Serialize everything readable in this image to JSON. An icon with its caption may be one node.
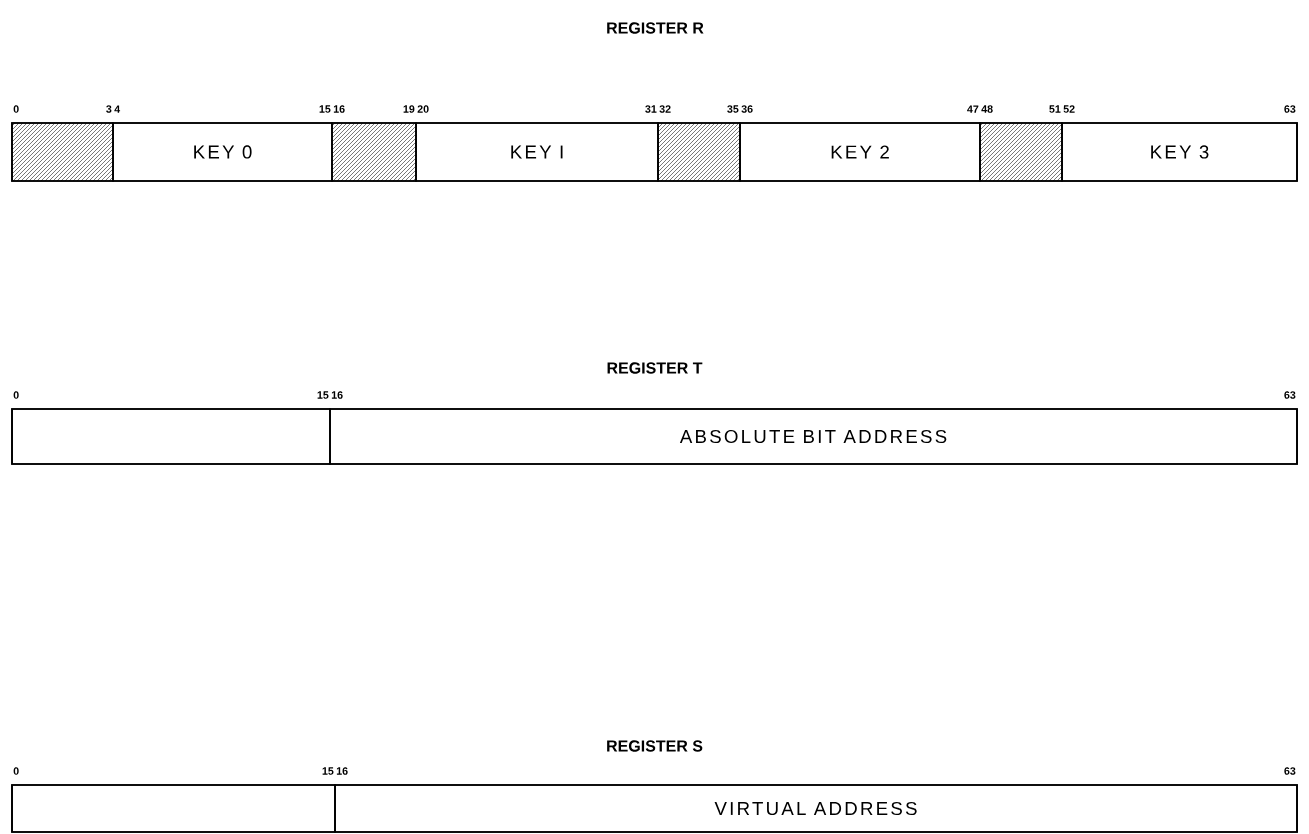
{
  "diagram": {
    "nodes": [
      {
        "text": [],
        "shape": "box"
      },
      {
        "text": [],
        "shape": "box",
        "in": 0,
        "beside": [
          "0",
          "3"
        ]
      },
      {
        "text": [
          "KEY 0"
        ],
        "in": 0,
        "beside": [
          "4",
          "15"
        ]
      },
      {
        "text": [],
        "shape": "box",
        "in": 0,
        "beside": [
          "16",
          "19"
        ]
      },
      {
        "text": [
          "KEY I"
        ],
        "in": 0,
        "beside": [
          "20",
          "31"
        ]
      },
      {
        "text": [],
        "shape": "box",
        "in": 0,
        "beside": [
          "32",
          "35"
        ]
      },
      {
        "text": [
          "KEY 2"
        ],
        "in": 0,
        "beside": [
          "36",
          "47"
        ]
      },
      {
        "text": [],
        "shape": "box",
        "in": 0,
        "beside": [
          "48",
          "51"
        ]
      },
      {
        "text": [
          "KEY 3"
        ],
        "in": 0,
        "beside": [
          "52",
          "63"
        ]
      },
      {
        "text": [],
        "shape": "box",
        "beside": [
          "REGISTER T"
        ]
      },
      {
        "text": [],
        "shape": "box",
        "in": 9,
        "beside": [
          "0",
          "15"
        ]
      },
      {
        "text": [
          "ABSOLUTE BIT ADDRESS"
        ],
        "in": 9,
        "beside": [
          "16",
          "63"
        ]
      },
      {
        "text": [],
        "shape": "box",
        "beside": [
          "REGISTER S"
        ]
      },
      {
        "text": [],
        "shape": "box",
        "in": 12,
        "beside": [
          "0",
          "15"
        ]
      },
      {
        "text": [
          "VIRTUAL ADDRESS"
        ],
        "in": 12,
        "beside": [
          "16",
          "63"
        ]
      }
    ],
    "labels": [
      "REGISTER R"
    ]
  }
}
